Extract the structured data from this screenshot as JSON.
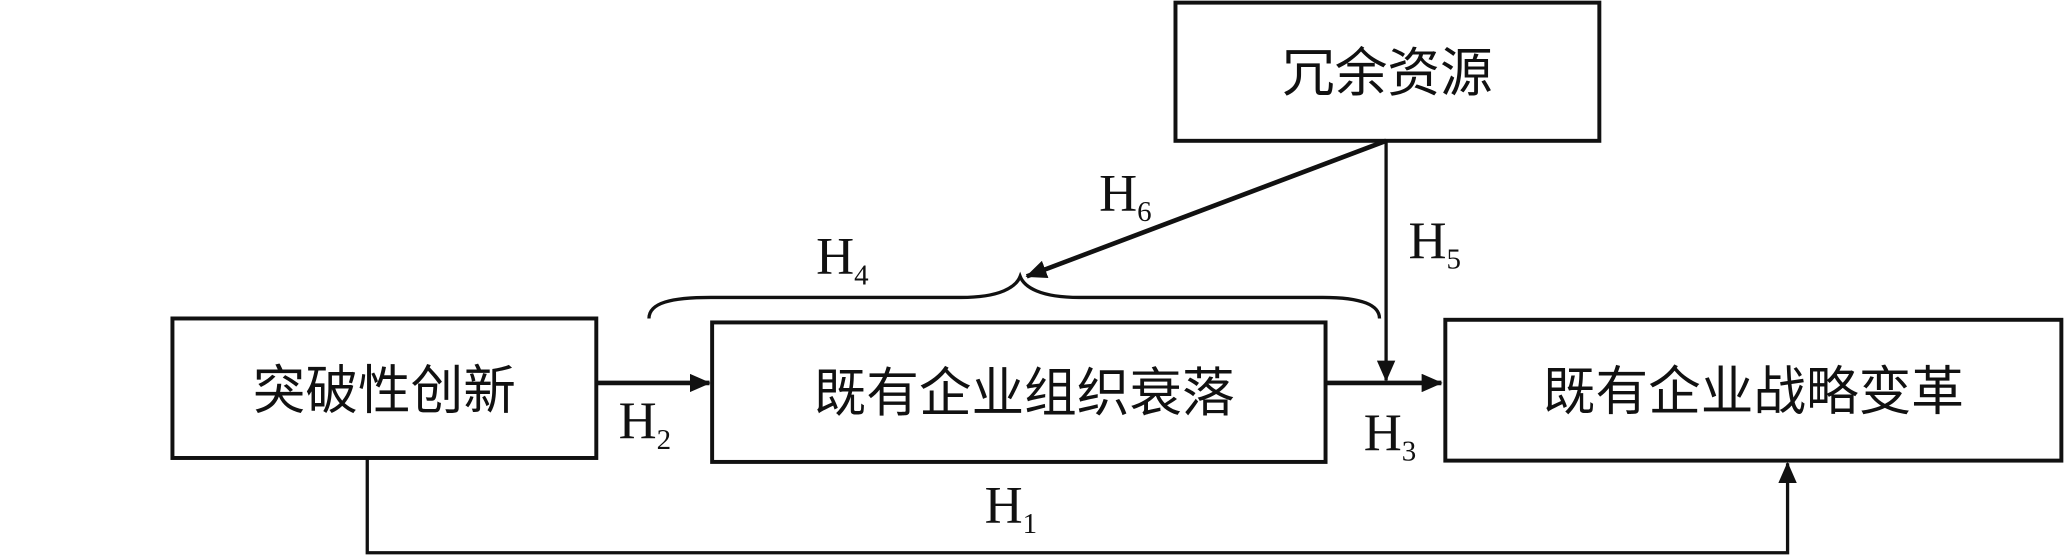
{
  "nodes": {
    "slack_resources": "冗余资源",
    "disruptive_innovation": "突破性创新",
    "incumbent_decline": "既有企业组织衰落",
    "strategic_change": "既有企业战略变革"
  },
  "hypotheses": {
    "h1": {
      "letter": "H",
      "num": "1"
    },
    "h2": {
      "letter": "H",
      "num": "2"
    },
    "h3": {
      "letter": "H",
      "num": "3"
    },
    "h4": {
      "letter": "H",
      "num": "4"
    },
    "h5": {
      "letter": "H",
      "num": "5"
    },
    "h6": {
      "letter": "H",
      "num": "6"
    }
  },
  "colors": {
    "stroke": "#111111",
    "background": "#ffffff"
  }
}
